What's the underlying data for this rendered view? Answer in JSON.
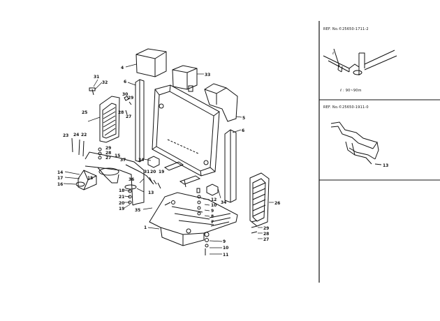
{
  "refs": [
    {
      "id": "ref1",
      "text": "REF. No.©25650-1711-2"
    },
    {
      "id": "ref2",
      "text": "REF. No.©25650-1911-0"
    }
  ],
  "detail_note": "ℓ : 90~90m",
  "detail_label_13": "13",
  "detail_label_l": "ℓ",
  "callouts": [
    {
      "id": "c4",
      "text": "4"
    },
    {
      "id": "c33",
      "text": "33"
    },
    {
      "id": "c6a",
      "text": "6"
    },
    {
      "id": "c5",
      "text": "5"
    },
    {
      "id": "c31a",
      "text": "31"
    },
    {
      "id": "c32",
      "text": "32"
    },
    {
      "id": "c30",
      "text": "30"
    },
    {
      "id": "c29a",
      "text": "29"
    },
    {
      "id": "c28a",
      "text": "28"
    },
    {
      "id": "c27a",
      "text": "27"
    },
    {
      "id": "c25",
      "text": "25"
    },
    {
      "id": "c6b",
      "text": "6"
    },
    {
      "id": "c23",
      "text": "23"
    },
    {
      "id": "c24",
      "text": "24"
    },
    {
      "id": "c22",
      "text": "22"
    },
    {
      "id": "c29b",
      "text": "29"
    },
    {
      "id": "c28b",
      "text": "28"
    },
    {
      "id": "c27b",
      "text": "27"
    },
    {
      "id": "c15",
      "text": "15"
    },
    {
      "id": "c37",
      "text": "37"
    },
    {
      "id": "c14",
      "text": "14"
    },
    {
      "id": "c17",
      "text": "17"
    },
    {
      "id": "c15b",
      "text": "15"
    },
    {
      "id": "c16",
      "text": "16"
    },
    {
      "id": "c34a",
      "text": "34"
    },
    {
      "id": "c31b",
      "text": "31"
    },
    {
      "id": "c20a",
      "text": "20"
    },
    {
      "id": "c19a",
      "text": "19"
    },
    {
      "id": "c36",
      "text": "36"
    },
    {
      "id": "c18",
      "text": "18"
    },
    {
      "id": "c13",
      "text": "13"
    },
    {
      "id": "c21",
      "text": "21"
    },
    {
      "id": "c20b",
      "text": "20"
    },
    {
      "id": "c19b",
      "text": "19"
    },
    {
      "id": "c35",
      "text": "35"
    },
    {
      "id": "c12",
      "text": "12"
    },
    {
      "id": "c10a",
      "text": "10"
    },
    {
      "id": "c9a",
      "text": "9"
    },
    {
      "id": "c8",
      "text": "8"
    },
    {
      "id": "c7",
      "text": "7"
    },
    {
      "id": "c34b",
      "text": "34"
    },
    {
      "id": "c26",
      "text": "26"
    },
    {
      "id": "c1",
      "text": "1"
    },
    {
      "id": "c29c",
      "text": "29"
    },
    {
      "id": "c28c",
      "text": "28"
    },
    {
      "id": "c27c",
      "text": "27"
    },
    {
      "id": "c9b",
      "text": "9"
    },
    {
      "id": "c10b",
      "text": "10"
    },
    {
      "id": "c11",
      "text": "11"
    }
  ]
}
